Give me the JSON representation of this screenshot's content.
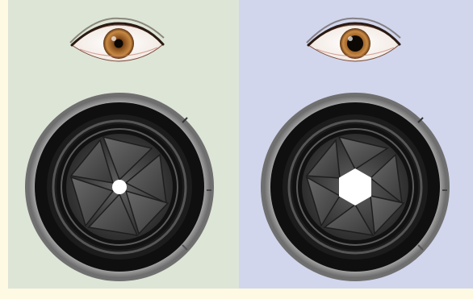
{
  "panels": [
    {
      "id": "left",
      "background": "#dde5d7",
      "pupil": "constricted",
      "aperture_opening": "small"
    },
    {
      "id": "right",
      "background": "#d1d6ec",
      "pupil": "dilated",
      "aperture_opening": "large"
    }
  ],
  "colors": {
    "page_background": "#fdf9e3",
    "iris": "#8a5220",
    "iris_light": "#c88a44",
    "lens_ring": "#a8a8a8",
    "blades": "#4a4a4a"
  },
  "icons": [
    "eye-icon",
    "camera-aperture-icon"
  ]
}
